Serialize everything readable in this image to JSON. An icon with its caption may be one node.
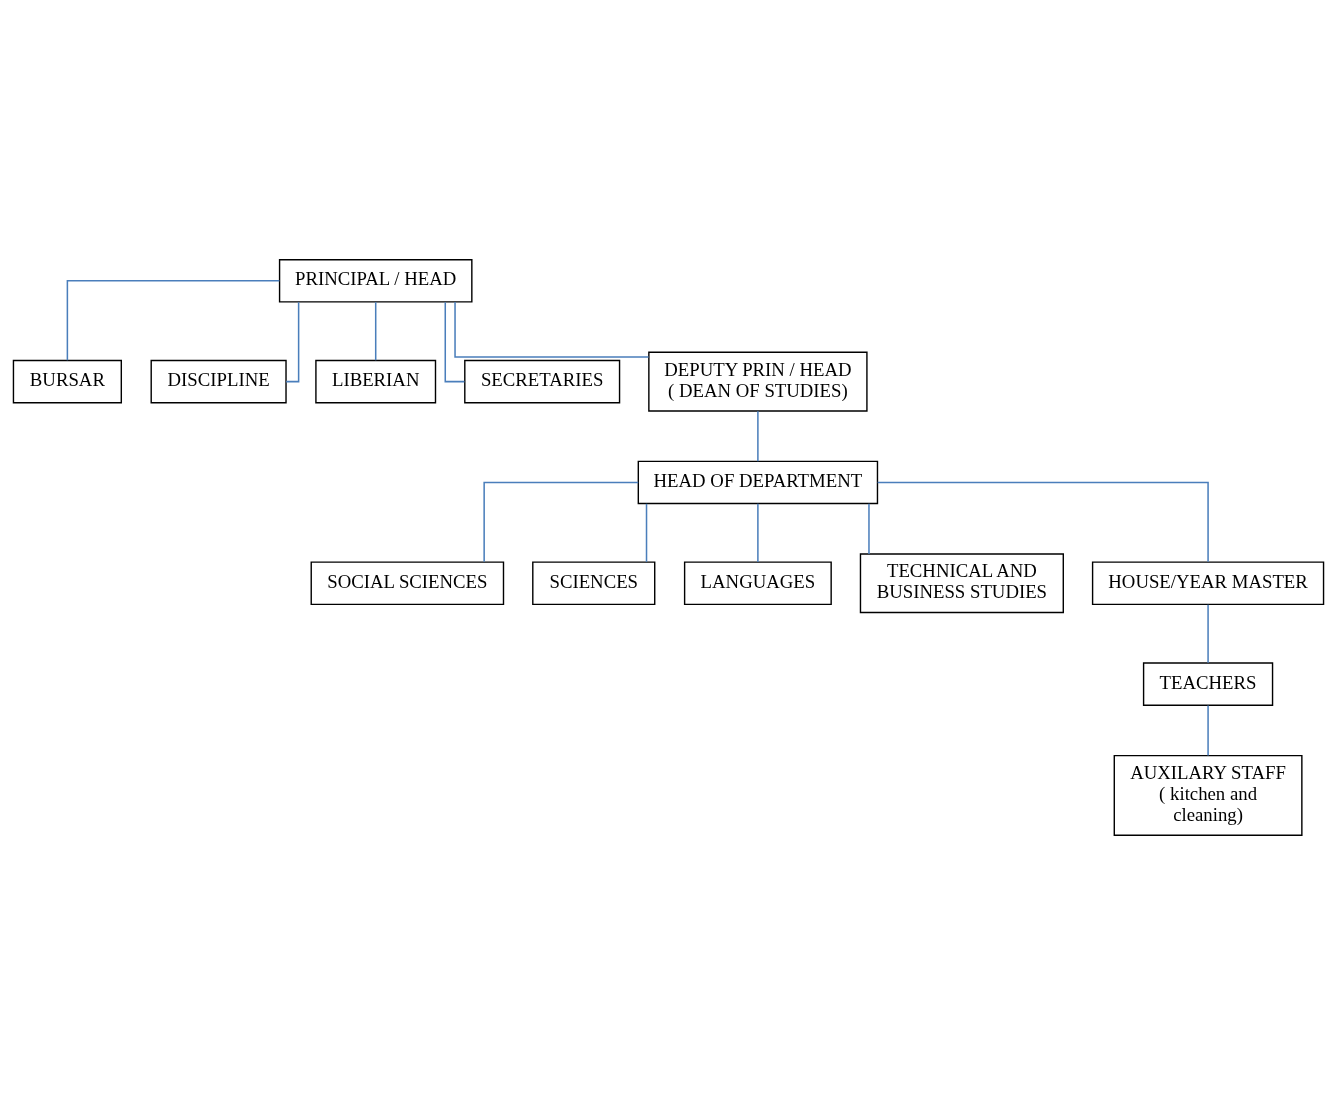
{
  "diagram": {
    "nodes": [
      {
        "text": [
          "PRINCIPAL / HEAD"
        ]
      },
      {
        "text": [
          "BURSAR"
        ]
      },
      {
        "text": [
          "DISCIPLINE"
        ]
      },
      {
        "text": [
          "LIBERIAN"
        ]
      },
      {
        "text": [
          "SECRETARIES"
        ]
      },
      {
        "text": [
          "DEPUTY PRIN / HEAD ( DEAN OF STUDIES)"
        ]
      },
      {
        "text": [
          "HEAD OF DEPARTMENT"
        ]
      },
      {
        "text": [
          "SOCIAL SCIENCES"
        ]
      },
      {
        "text": [
          "SCIENCES"
        ]
      },
      {
        "text": [
          "LANGUAGES"
        ]
      },
      {
        "text": [
          "TECHNICAL AND BUSINESS STUDIES"
        ]
      },
      {
        "text": [
          "HOUSE/YEAR MASTER"
        ]
      },
      {
        "text": [
          "TEACHERS"
        ]
      },
      {
        "text": [
          "AUXILARY STAFF ( kitchen and cleaning)"
        ]
      }
    ],
    "edges": [
      {
        "from": 0,
        "to": 1,
        "arrow": "none"
      },
      {
        "from": 0,
        "to": 2,
        "arrow": "none"
      },
      {
        "from": 0,
        "to": 5,
        "arrow": "none"
      },
      {
        "from": 0,
        "to": 3,
        "arrow": "none"
      },
      {
        "from": 0,
        "to": 4,
        "arrow": "none"
      },
      {
        "from": 5,
        "to": 6,
        "arrow": "none"
      },
      {
        "from": 6,
        "to": 7,
        "arrow": "none"
      },
      {
        "from": 6,
        "to": 8,
        "arrow": "none"
      },
      {
        "from": 6,
        "to": 11,
        "arrow": "none"
      },
      {
        "from": 6,
        "to": 9,
        "arrow": "none"
      },
      {
        "from": 6,
        "to": 10,
        "arrow": "none"
      },
      {
        "from": 11,
        "to": 12,
        "arrow": "none"
      },
      {
        "from": 12,
        "to": 13,
        "arrow": "none"
      }
    ]
  }
}
